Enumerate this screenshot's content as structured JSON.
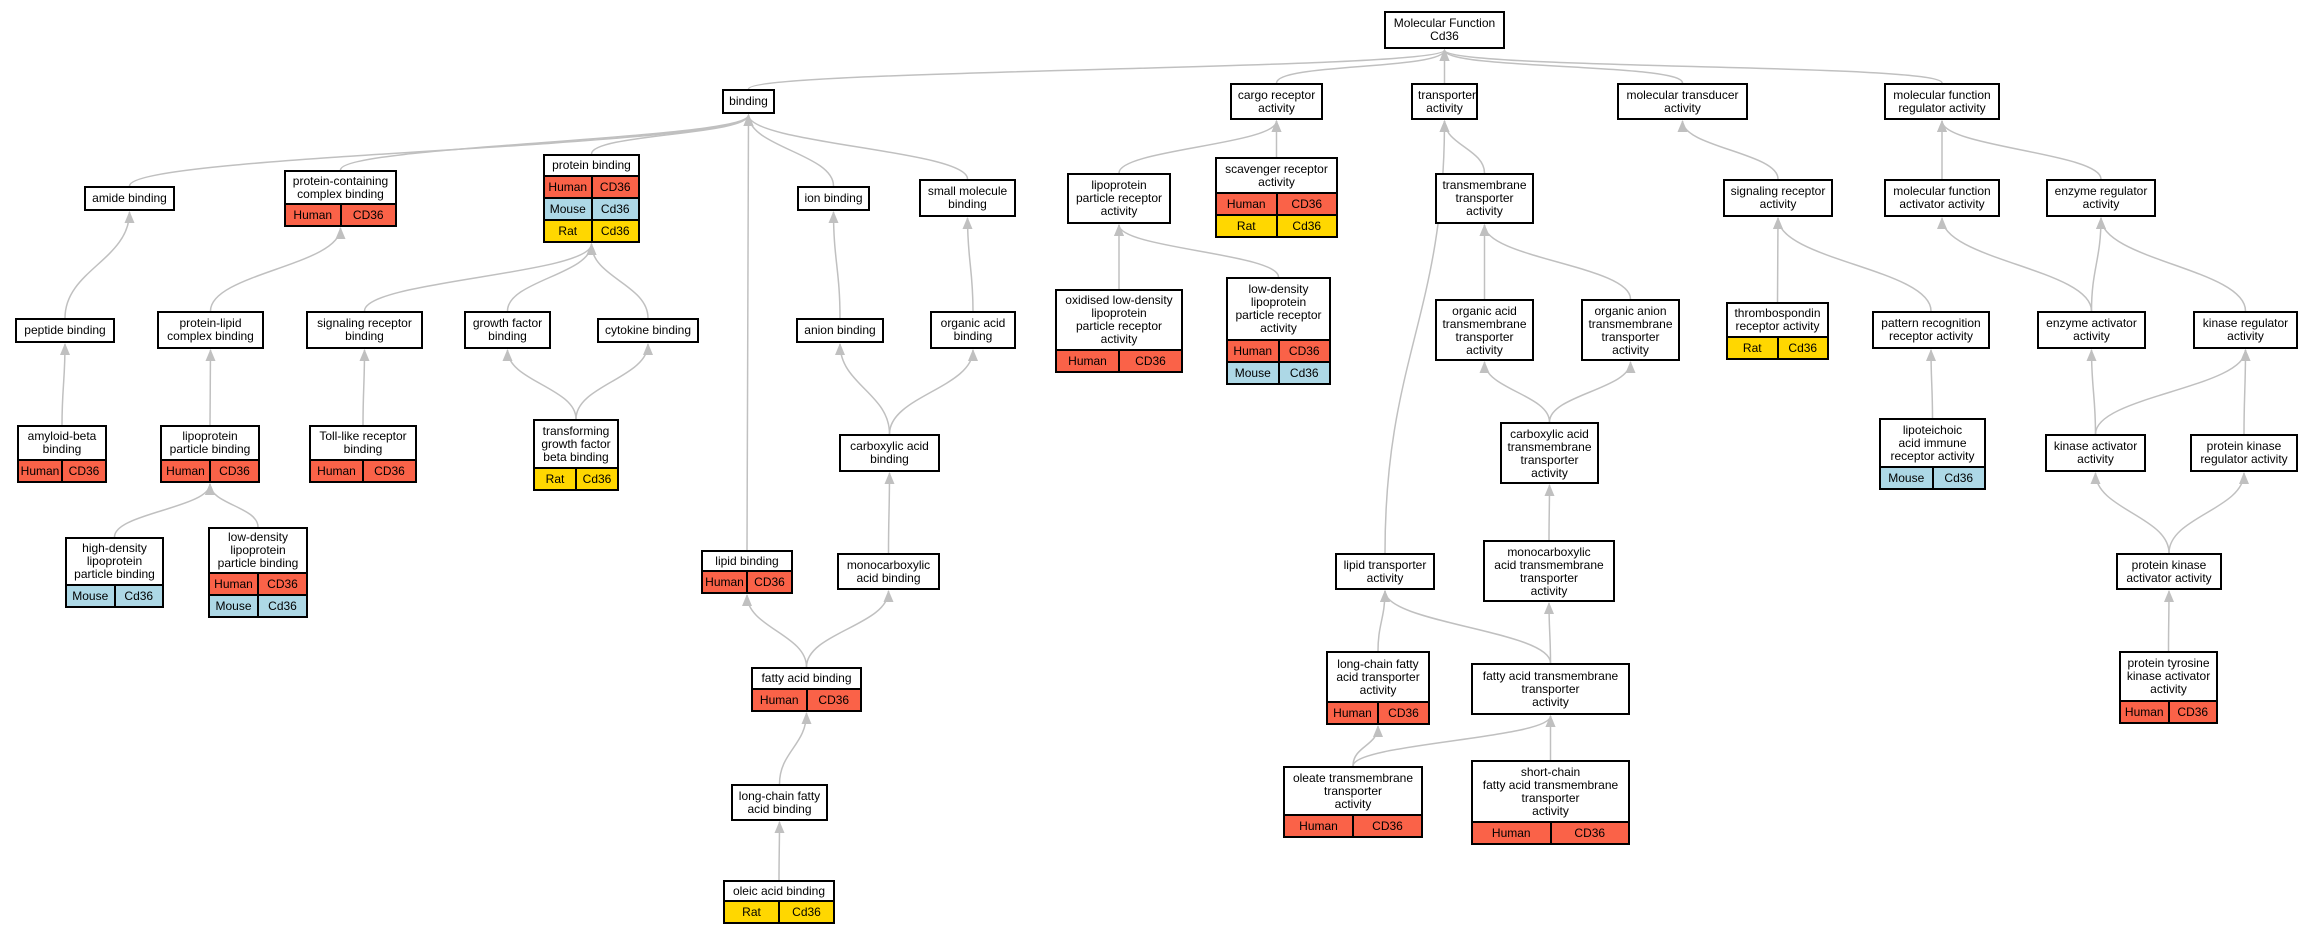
{
  "colors": {
    "Human": "#fa6248",
    "Mouse": "#add8e6",
    "Rat": "#ffd700",
    "edge": "#c0c0c0"
  },
  "nodes": [
    {
      "id": "mf",
      "lines": [
        "Molecular Function",
        "Cd36"
      ]
    },
    {
      "id": "binding",
      "lines": [
        "binding"
      ]
    },
    {
      "id": "cargo",
      "lines": [
        "cargo receptor",
        "activity"
      ]
    },
    {
      "id": "transporter",
      "lines": [
        "transporter",
        "activity"
      ]
    },
    {
      "id": "transducer",
      "lines": [
        "molecular transducer",
        "activity"
      ]
    },
    {
      "id": "mfreg",
      "lines": [
        "molecular function",
        "regulator activity"
      ]
    },
    {
      "id": "amide",
      "lines": [
        "amide binding"
      ]
    },
    {
      "id": "pccb",
      "lines": [
        "protein-containing",
        "complex binding"
      ],
      "ann": [
        [
          "Human",
          "CD36"
        ]
      ]
    },
    {
      "id": "protein",
      "lines": [
        "protein binding"
      ],
      "ann": [
        [
          "Human",
          "CD36"
        ],
        [
          "Mouse",
          "Cd36"
        ],
        [
          "Rat",
          "Cd36"
        ]
      ]
    },
    {
      "id": "ion",
      "lines": [
        "ion binding"
      ]
    },
    {
      "id": "smallmol",
      "lines": [
        "small molecule",
        "binding"
      ]
    },
    {
      "id": "lpreceptor",
      "lines": [
        "lipoprotein",
        "particle receptor",
        "activity"
      ]
    },
    {
      "id": "scavenger",
      "lines": [
        "scavenger receptor",
        "activity"
      ],
      "ann": [
        [
          "Human",
          "CD36"
        ],
        [
          "Rat",
          "Cd36"
        ]
      ]
    },
    {
      "id": "tmtrans",
      "lines": [
        "transmembrane",
        "transporter",
        "activity"
      ]
    },
    {
      "id": "sigrecact",
      "lines": [
        "signaling receptor",
        "activity"
      ]
    },
    {
      "id": "mfact",
      "lines": [
        "molecular function",
        "activator activity"
      ]
    },
    {
      "id": "enzreg",
      "lines": [
        "enzyme regulator",
        "activity"
      ]
    },
    {
      "id": "peptide",
      "lines": [
        "peptide binding"
      ]
    },
    {
      "id": "plcb",
      "lines": [
        "protein-lipid",
        "complex binding"
      ]
    },
    {
      "id": "sigrecbind",
      "lines": [
        "signaling receptor",
        "binding"
      ]
    },
    {
      "id": "gfb",
      "lines": [
        "growth factor",
        "binding"
      ]
    },
    {
      "id": "cytokine",
      "lines": [
        "cytokine binding"
      ]
    },
    {
      "id": "anion",
      "lines": [
        "anion binding"
      ]
    },
    {
      "id": "orgacid",
      "lines": [
        "organic acid",
        "binding"
      ]
    },
    {
      "id": "oxldl",
      "lines": [
        "oxidised low-density",
        "lipoprotein",
        "particle receptor",
        "activity"
      ],
      "ann": [
        [
          "Human",
          "CD36"
        ]
      ]
    },
    {
      "id": "ldlrec",
      "lines": [
        "low-density",
        "lipoprotein",
        "particle receptor",
        "activity"
      ],
      "ann": [
        [
          "Human",
          "CD36"
        ],
        [
          "Mouse",
          "Cd36"
        ]
      ]
    },
    {
      "id": "orgacidtm",
      "lines": [
        "organic acid",
        "transmembrane",
        "transporter",
        "activity"
      ]
    },
    {
      "id": "organiontm",
      "lines": [
        "organic anion",
        "transmembrane",
        "transporter",
        "activity"
      ]
    },
    {
      "id": "thrombo",
      "lines": [
        "thrombospondin",
        "receptor activity"
      ],
      "ann": [
        [
          "Rat",
          "Cd36"
        ]
      ]
    },
    {
      "id": "patrec",
      "lines": [
        "pattern recognition",
        "receptor activity"
      ]
    },
    {
      "id": "enzact",
      "lines": [
        "enzyme activator",
        "activity"
      ]
    },
    {
      "id": "kinreg",
      "lines": [
        "kinase regulator",
        "activity"
      ]
    },
    {
      "id": "amyloid",
      "lines": [
        "amyloid-beta",
        "binding"
      ],
      "ann": [
        [
          "Human",
          "CD36"
        ]
      ]
    },
    {
      "id": "lppb",
      "lines": [
        "lipoprotein",
        "particle binding"
      ],
      "ann": [
        [
          "Human",
          "CD36"
        ]
      ]
    },
    {
      "id": "tlr",
      "lines": [
        "Toll-like receptor",
        "binding"
      ],
      "ann": [
        [
          "Human",
          "CD36"
        ]
      ]
    },
    {
      "id": "tgfb",
      "lines": [
        "transforming",
        "growth factor",
        "beta binding"
      ],
      "ann": [
        [
          "Rat",
          "Cd36"
        ]
      ]
    },
    {
      "id": "carbacid",
      "lines": [
        "carboxylic acid",
        "binding"
      ]
    },
    {
      "id": "carbacidtm",
      "lines": [
        "carboxylic acid",
        "transmembrane",
        "transporter",
        "activity"
      ]
    },
    {
      "id": "lipoteichoic",
      "lines": [
        "lipoteichoic",
        "acid immune",
        "receptor activity"
      ],
      "ann": [
        [
          "Mouse",
          "Cd36"
        ]
      ]
    },
    {
      "id": "kinact",
      "lines": [
        "kinase activator",
        "activity"
      ]
    },
    {
      "id": "pkreg",
      "lines": [
        "protein kinase",
        "regulator activity"
      ]
    },
    {
      "id": "hdl",
      "lines": [
        "high-density",
        "lipoprotein",
        "particle binding"
      ],
      "ann": [
        [
          "Mouse",
          "Cd36"
        ]
      ]
    },
    {
      "id": "ldl",
      "lines": [
        "low-density",
        "lipoprotein",
        "particle binding"
      ],
      "ann": [
        [
          "Human",
          "CD36"
        ],
        [
          "Mouse",
          "Cd36"
        ]
      ]
    },
    {
      "id": "lipid",
      "lines": [
        "lipid binding"
      ],
      "ann": [
        [
          "Human",
          "CD36"
        ]
      ]
    },
    {
      "id": "monocarb",
      "lines": [
        "monocarboxylic",
        "acid binding"
      ]
    },
    {
      "id": "monocarbtm",
      "lines": [
        "monocarboxylic",
        "acid transmembrane",
        "transporter",
        "activity"
      ]
    },
    {
      "id": "lipidtrans",
      "lines": [
        "lipid transporter",
        "activity"
      ]
    },
    {
      "id": "pkact",
      "lines": [
        "protein kinase",
        "activator activity"
      ]
    },
    {
      "id": "fab",
      "lines": [
        "fatty acid binding"
      ],
      "ann": [
        [
          "Human",
          "CD36"
        ]
      ]
    },
    {
      "id": "lcfatrans",
      "lines": [
        "long-chain fatty",
        "acid transporter",
        "activity"
      ],
      "ann": [
        [
          "Human",
          "CD36"
        ]
      ]
    },
    {
      "id": "fatm",
      "lines": [
        "fatty acid transmembrane",
        "transporter",
        "activity"
      ]
    },
    {
      "id": "ptkact",
      "lines": [
        "protein tyrosine",
        "kinase activator",
        "activity"
      ],
      "ann": [
        [
          "Human",
          "CD36"
        ]
      ]
    },
    {
      "id": "lcfab",
      "lines": [
        "long-chain fatty",
        "acid binding"
      ]
    },
    {
      "id": "oleatetm",
      "lines": [
        "oleate transmembrane",
        "transporter",
        "activity"
      ],
      "ann": [
        [
          "Human",
          "CD36"
        ]
      ]
    },
    {
      "id": "scfatm",
      "lines": [
        "short-chain",
        "fatty acid transmembrane",
        "transporter",
        "activity"
      ],
      "ann": [
        [
          "Human",
          "CD36"
        ]
      ]
    },
    {
      "id": "oleic",
      "lines": [
        "oleic acid binding"
      ],
      "ann": [
        [
          "Rat",
          "Cd36"
        ]
      ]
    }
  ],
  "edges": [
    [
      "binding",
      "mf"
    ],
    [
      "cargo",
      "mf"
    ],
    [
      "transporter",
      "mf"
    ],
    [
      "transducer",
      "mf"
    ],
    [
      "mfreg",
      "mf"
    ],
    [
      "amide",
      "binding"
    ],
    [
      "pccb",
      "binding"
    ],
    [
      "protein",
      "binding"
    ],
    [
      "ion",
      "binding"
    ],
    [
      "smallmol",
      "binding"
    ],
    [
      "lipid",
      "binding"
    ],
    [
      "lpreceptor",
      "cargo"
    ],
    [
      "scavenger",
      "cargo"
    ],
    [
      "tmtrans",
      "transporter"
    ],
    [
      "lipidtrans",
      "transporter"
    ],
    [
      "sigrecact",
      "transducer"
    ],
    [
      "mfact",
      "mfreg"
    ],
    [
      "enzreg",
      "mfreg"
    ],
    [
      "peptide",
      "amide"
    ],
    [
      "amyloid",
      "peptide"
    ],
    [
      "plcb",
      "pccb"
    ],
    [
      "lppb",
      "plcb"
    ],
    [
      "hdl",
      "lppb"
    ],
    [
      "ldl",
      "lppb"
    ],
    [
      "sigrecbind",
      "protein"
    ],
    [
      "gfb",
      "protein"
    ],
    [
      "cytokine",
      "protein"
    ],
    [
      "tlr",
      "sigrecbind"
    ],
    [
      "tgfb",
      "gfb"
    ],
    [
      "tgfb",
      "cytokine"
    ],
    [
      "anion",
      "ion"
    ],
    [
      "orgacid",
      "smallmol"
    ],
    [
      "carbacid",
      "anion"
    ],
    [
      "carbacid",
      "orgacid"
    ],
    [
      "monocarb",
      "carbacid"
    ],
    [
      "fab",
      "lipid"
    ],
    [
      "fab",
      "monocarb"
    ],
    [
      "lcfab",
      "fab"
    ],
    [
      "oleic",
      "lcfab"
    ],
    [
      "oxldl",
      "lpreceptor"
    ],
    [
      "ldlrec",
      "lpreceptor"
    ],
    [
      "orgacidtm",
      "tmtrans"
    ],
    [
      "organiontm",
      "tmtrans"
    ],
    [
      "carbacidtm",
      "orgacidtm"
    ],
    [
      "carbacidtm",
      "organiontm"
    ],
    [
      "monocarbtm",
      "carbacidtm"
    ],
    [
      "fatm",
      "monocarbtm"
    ],
    [
      "fatm",
      "lipidtrans"
    ],
    [
      "lcfatrans",
      "lipidtrans"
    ],
    [
      "oleatetm",
      "lcfatrans"
    ],
    [
      "oleatetm",
      "fatm"
    ],
    [
      "scfatm",
      "fatm"
    ],
    [
      "thrombo",
      "sigrecact"
    ],
    [
      "patrec",
      "sigrecact"
    ],
    [
      "lipoteichoic",
      "patrec"
    ],
    [
      "enzact",
      "mfact"
    ],
    [
      "enzact",
      "enzreg"
    ],
    [
      "kinreg",
      "enzreg"
    ],
    [
      "kinact",
      "enzact"
    ],
    [
      "kinact",
      "kinreg"
    ],
    [
      "pkreg",
      "kinreg"
    ],
    [
      "pkact",
      "kinact"
    ],
    [
      "pkact",
      "pkreg"
    ],
    [
      "ptkact",
      "pkact"
    ]
  ]
}
